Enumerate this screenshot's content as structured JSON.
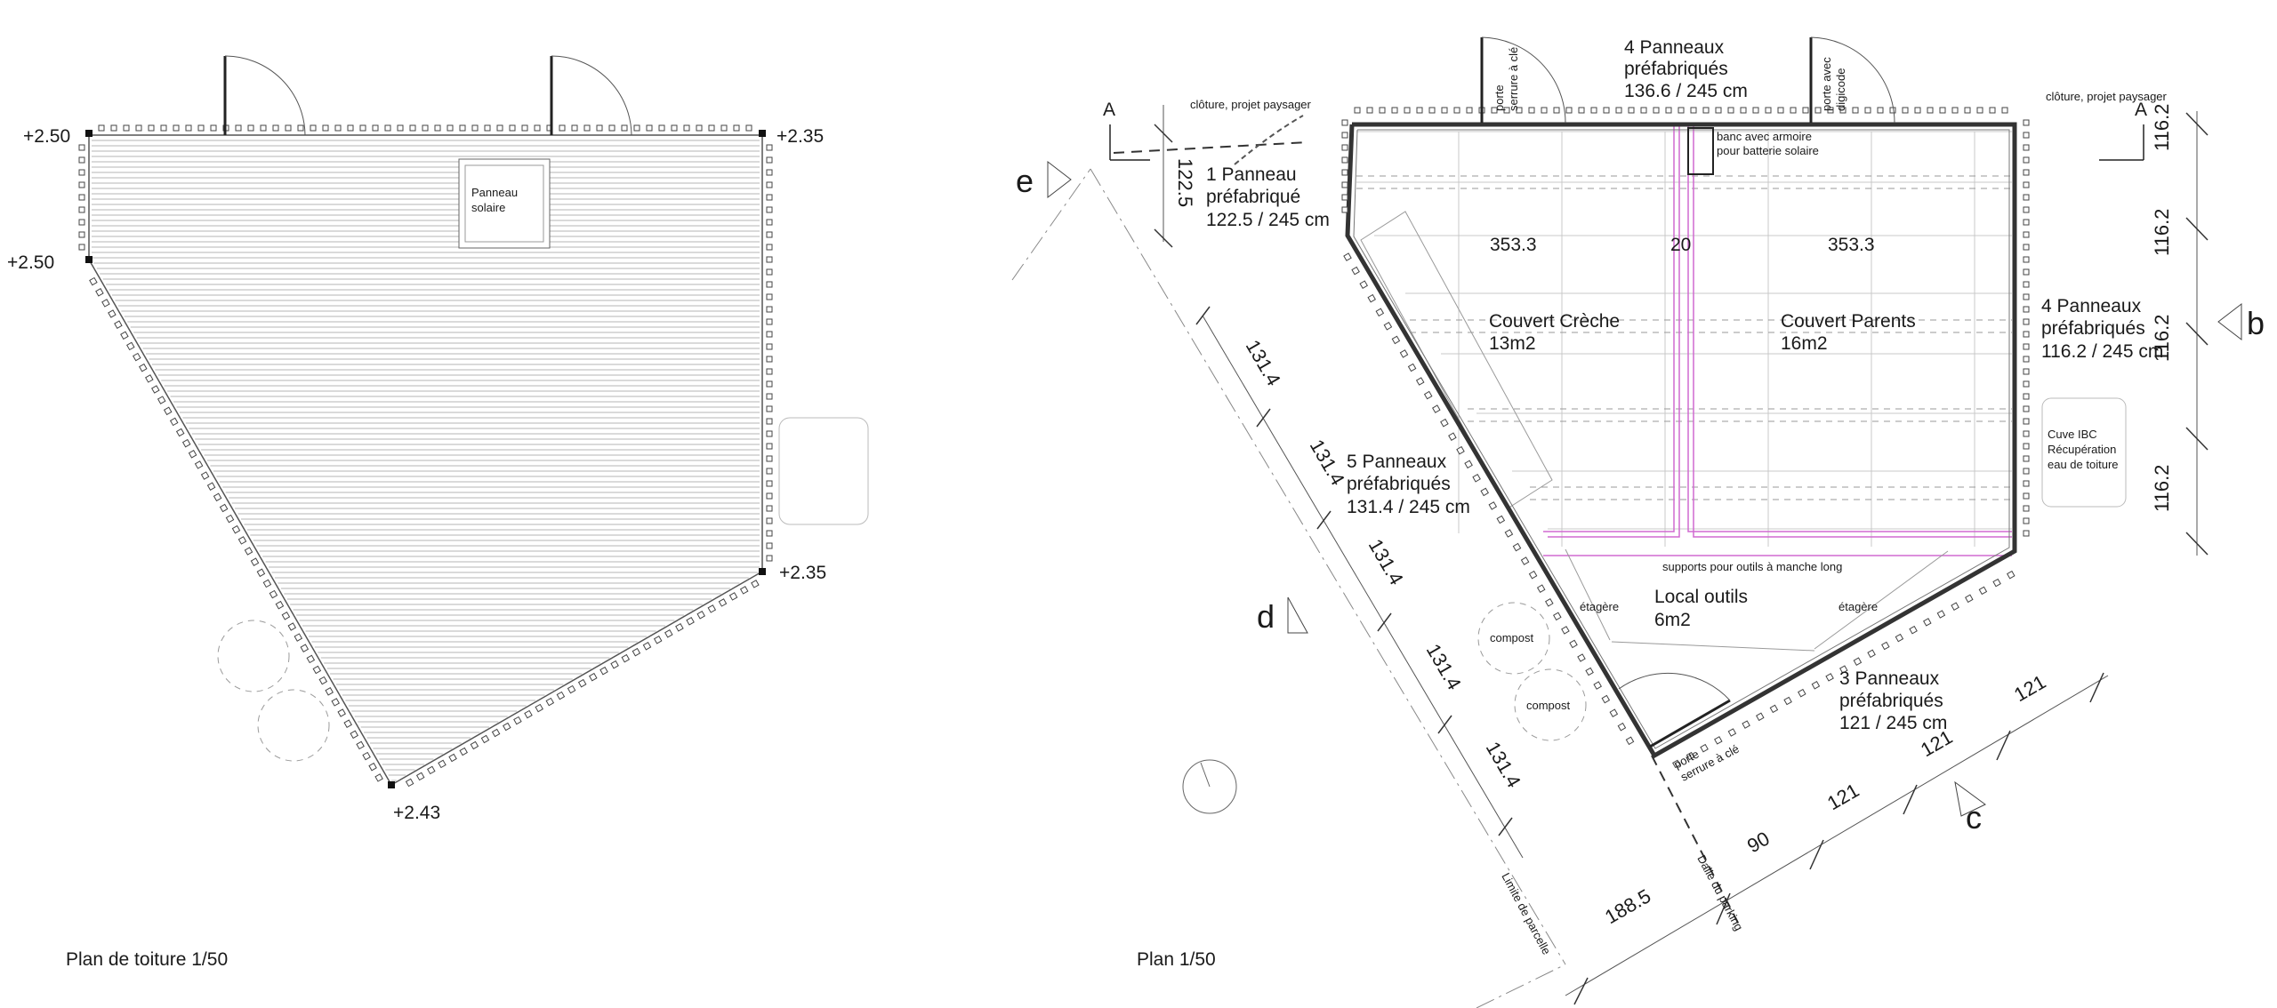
{
  "roof_plan": {
    "caption": "Plan de toiture 1/50",
    "solar_panel_label_1": "Panneau",
    "solar_panel_label_2": "solaire",
    "levels": [
      "+2.50",
      "+2.35",
      "+2.50",
      "+2.35",
      "+2.43"
    ]
  },
  "floor_plan": {
    "caption": "Plan 1/50",
    "fence_left": "clôture, projet paysager",
    "fence_right": "clôture, projet paysager",
    "door_top_left": [
      "porte",
      "serrure à clé"
    ],
    "door_top_right": [
      "porte avec",
      "digicode"
    ],
    "door_bottom": [
      "porte",
      "serrure à clé"
    ],
    "panels_top": [
      "4 Panneaux",
      "préfabriqués",
      "136.6 / 245 cm"
    ],
    "panels_left_top": [
      "1 Panneau",
      "préfabriqué",
      "122.5 / 245 cm"
    ],
    "panels_left": [
      "5 Panneaux",
      "préfabriqués",
      "131.4 / 245 cm"
    ],
    "panels_right": [
      "4 Panneaux",
      "préfabriqués",
      "116.2 / 245 cm"
    ],
    "panels_bottom": [
      "3 Panneaux",
      "préfabriqués",
      "121 / 245 cm"
    ],
    "bench": [
      "banc avec armoire",
      "pour batterie solaire"
    ],
    "room_creche": [
      "Couvert Crèche",
      "13m2"
    ],
    "room_parents": [
      "Couvert Parents",
      "16m2"
    ],
    "room_tools": [
      "Local outils",
      "6m2"
    ],
    "tool_supports": "supports pour outils à manche long",
    "shelf_left": "étagère",
    "shelf_right": "étagère",
    "compost_1": "compost",
    "compost_2": "compost",
    "ibc_tank": [
      "Cuve IBC",
      "Récupération",
      "eau de toiture"
    ],
    "parking": "Dalle du parking",
    "plot_limit": "Limite de parcelle",
    "dims_inner": [
      "353.3",
      "20",
      "353.3"
    ],
    "dim_left_top": "122.5",
    "dims_left": [
      "131.4",
      "131.4",
      "131.4",
      "131.4",
      "131.4"
    ],
    "dims_right": [
      "116.2",
      "116.2",
      "116.2",
      "116.2"
    ],
    "dims_bottom": [
      "188.5",
      "90",
      "121",
      "121",
      "121"
    ],
    "section_marks": [
      "A",
      "A"
    ],
    "elevation_marks": [
      "e",
      "b",
      "d",
      "c"
    ]
  },
  "colors": {
    "line": "#222222",
    "grey": "#9a9a9a",
    "accent": "#d06ad0"
  }
}
